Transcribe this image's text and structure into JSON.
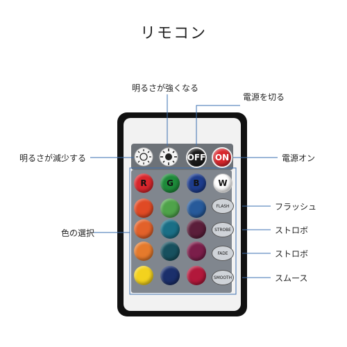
{
  "title": "リモコン",
  "labels": {
    "brighter": "明るさが強くなる",
    "power_off": "電源を切る",
    "dimmer": "明るさが減少する",
    "power_on": "電源オン",
    "color_select": "色の選択",
    "flash": "フラッシュ",
    "strobe": "ストロボ",
    "fade": "ストロボ",
    "smooth": "スムース"
  },
  "buttons": {
    "off": "OFF",
    "on": "ON",
    "r": "R",
    "g": "G",
    "b": "B",
    "w": "W",
    "flash": "FLASH",
    "strobe": "STROBE",
    "fade": "FADE",
    "smooth": "SMOOTH"
  },
  "colors": {
    "line": "#3a6fb0",
    "red": "#d8262c",
    "green": "#1e8a3a",
    "blue": "#1d3c8c",
    "white": "#ffffff",
    "orange": "#e04a25",
    "amber": "#e2612a",
    "orange_light": "#e57a2c",
    "yellow": "#f3d21e",
    "green_light": "#4fa34a",
    "teal": "#1a6f86",
    "teal_dark": "#17505e",
    "cyan": "#2f80a6",
    "steel_blue": "#275a9a",
    "navy": "#1b2f6b",
    "slate": "#3a3f66",
    "plum": "#5b1e3a",
    "magenta": "#7b1e4a",
    "crimson": "#b2183b"
  }
}
